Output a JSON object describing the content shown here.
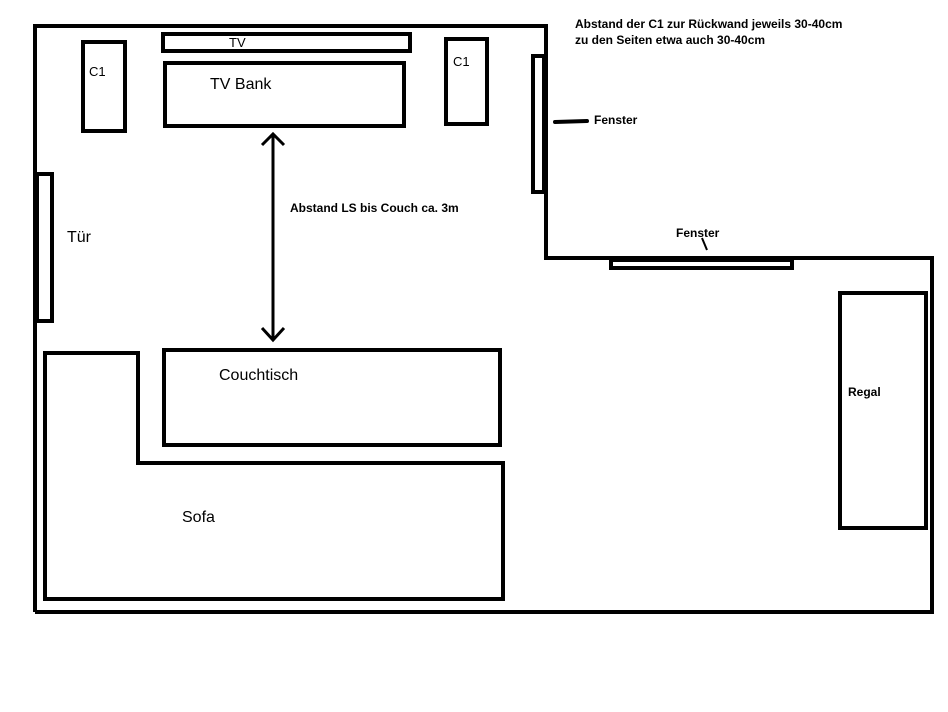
{
  "labels": {
    "tv": "TV",
    "tv_bank": "TV Bank",
    "c1_left": "C1",
    "c1_right": "C1",
    "door": "Tür",
    "window_right": "Fenster",
    "window_bottom": "Fenster",
    "distance": "Abstand LS bis Couch ca. 3m",
    "coffee_table": "Couchtisch",
    "sofa": "Sofa",
    "shelf": "Regal"
  },
  "notes": {
    "line1": "Abstand der C1 zur Rückwand jeweils 30-40cm",
    "line2": "zu den Seiten etwa auch 30-40cm"
  },
  "colors": {
    "stroke": "#000000",
    "background": "#ffffff"
  }
}
